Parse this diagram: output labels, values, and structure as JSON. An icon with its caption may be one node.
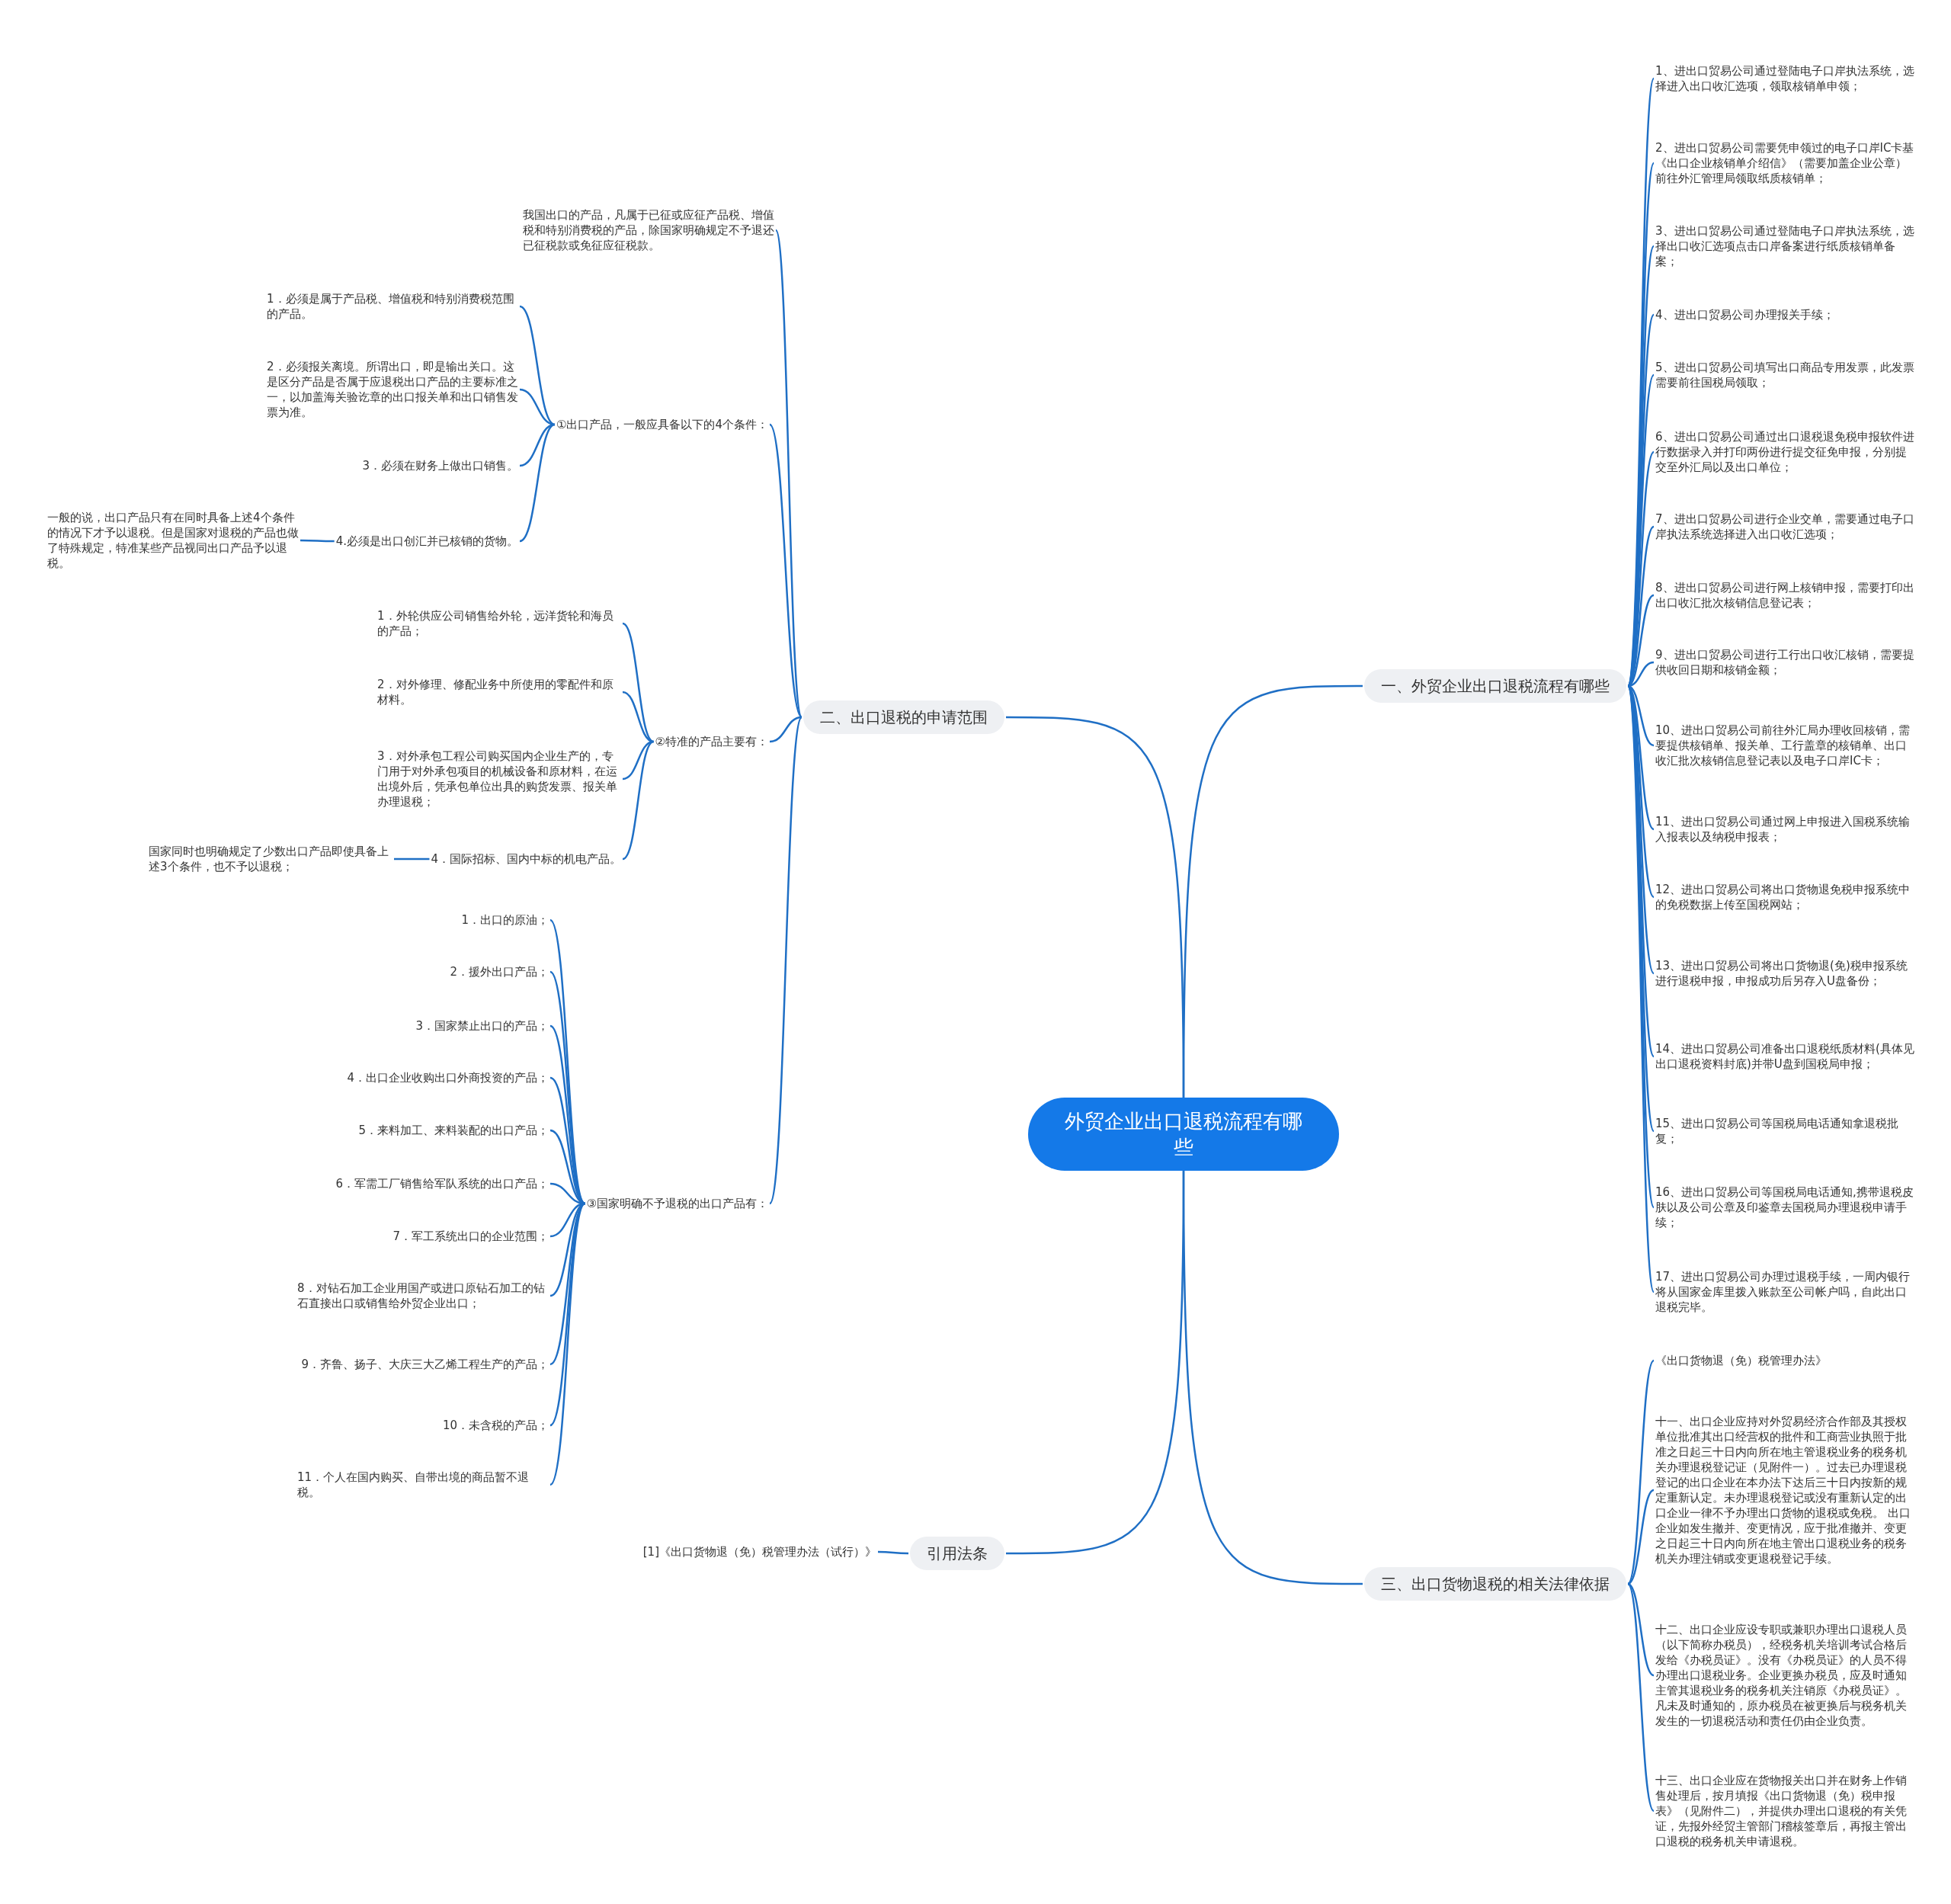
{
  "diagram": {
    "nodes": [
      {
        "text": [
          "外贸企业出口退税流程有哪些"
        ]
      },
      {
        "text": [
          "一、外贸企业出口退税流程有哪些"
        ]
      },
      {
        "text": [
          "1、进出口贸易公司通过登陆电子口岸执法系统，选择进入出口收汇选项，领取核销单申领；"
        ]
      },
      {
        "text": [
          "2、进出口贸易公司需要凭申领过的电子口岸IC卡基《出口企业核销单介绍信》（需要加盖企业公章）前往外汇管理局领取纸质核销单；"
        ]
      },
      {
        "text": [
          "3、进出口贸易公司通过登陆电子口岸执法系统，选择出口收汇选项点击口岸备案进行纸质核销单备案；"
        ]
      },
      {
        "text": [
          "4、进出口贸易公司办理报关手续；"
        ]
      },
      {
        "text": [
          "5、进出口贸易公司填写出口商品专用发票，此发票需要前往国税局领取；"
        ]
      },
      {
        "text": [
          "6、进出口贸易公司通过出口退税退免税申报软件进行数据录入并打印两份进行提交征免申报，分别提交至外汇局以及出口单位；"
        ]
      },
      {
        "text": [
          "7、进出口贸易公司进行企业交单，需要通过电子口岸执法系统选择进入出口收汇选项；"
        ]
      },
      {
        "text": [
          "8、进出口贸易公司进行网上核销申报，需要打印出出口收汇批次核销信息登记表；"
        ]
      },
      {
        "text": [
          "9、进出口贸易公司进行工行出口收汇核销，需要提供收回日期和核销金额；"
        ]
      },
      {
        "text": [
          "10、进出口贸易公司前往外汇局办理收回核销，需要提供核销单、报关单、工行盖章的核销单、出口收汇批次核销信息登记表以及电子口岸IC卡；"
        ]
      },
      {
        "text": [
          "11、进出口贸易公司通过网上申报进入国税系统输入报表以及纳税申报表；"
        ]
      },
      {
        "text": [
          "12、进出口贸易公司将出口货物退免税申报系统中的免税数据上传至国税网站；"
        ]
      },
      {
        "text": [
          "13、进出口贸易公司将出口货物退(免)税申报系统进行退税申报，申报成功后另存入U盘备份；"
        ]
      },
      {
        "text": [
          "14、进出口贸易公司准备出口退税纸质材料(具体见出口退税资料封底)并带U盘到国税局申报；"
        ]
      },
      {
        "text": [
          "15、进出口贸易公司等国税局电话通知拿退税批复；"
        ]
      },
      {
        "text": [
          "16、进出口贸易公司等国税局电话通知,携带退税皮肤以及公司公章及印鉴章去国税局办理退税申请手续；"
        ]
      },
      {
        "text": [
          "17、进出口贸易公司办理过退税手续，一周内银行将从国家金库里拨入账款至公司帐户吗，自此出口退税完毕。"
        ]
      },
      {
        "text": [
          "三、出口货物退税的相关法律依据"
        ]
      },
      {
        "text": [
          "《出口货物退（免）税管理办法》"
        ]
      },
      {
        "text": [
          "十一、出口企业应持对外贸易经济合作部及其授权单位批准其出口经营权的批件和工商营业执照于批准之日起三十日内向所在地主管退税业务的税务机关办理退税登记证（见附件一）。过去已办理退税登记的出口企业在本办法下达后三十日内按新的规定重新认定。未办理退税登记或没有重新认定的出口企业一律不予办理出口货物的退税或免税。 出口企业如发生撤并、变更情况，应于批准撤并、变更之日起三十日内向所在地主管出口退税业务的税务机关办理注销或变更退税登记手续。"
        ]
      },
      {
        "text": [
          "十二、出口企业应设专职或兼职办理出口退税人员（以下简称办税员），经税务机关培训考试合格后发给《办税员证》。没有《办税员证》的人员不得办理出口退税业务。企业更换办税员，应及时通知主管其退税业务的税务机关注销原《办税员证》。凡未及时通知的，原办税员在被更换后与税务机关发生的一切退税活动和责任仍由企业负责。"
        ]
      },
      {
        "text": [
          "十三、出口企业应在货物报关出口并在财务上作销售处理后，按月填报《出口货物退（免）税申报表》（见附件二），并提供办理出口退税的有关凭证，先报外经贸主管部门稽核签章后，再报主管出口退税的税务机关申请退税。"
        ]
      },
      {
        "text": [
          "引用法条"
        ]
      },
      {
        "text": [
          "[1]《出口货物退（免）税管理办法（试行）》"
        ]
      },
      {
        "text": [
          "二、出口退税的申请范围"
        ]
      },
      {
        "text": [
          "我国出口的产品，凡属于已征或应征产品税、增值税和特别消费税的产品，除国家明确规定不予退还已征税款或免征应征税款。"
        ]
      },
      {
        "text": [
          "①出口产品，一般应具备以下的4个条件："
        ]
      },
      {
        "text": [
          "1．必须是属于产品税、增值税和特别消费税范围的产品。"
        ]
      },
      {
        "text": [
          "2．必须报关离境。所谓出口，即是输出关口。这是区分产品是否属于应退税出口产品的主要标准之一，以加盖海关验讫章的出口报关单和出口销售发票为准。"
        ]
      },
      {
        "text": [
          "3．必须在财务上做出口销售。"
        ]
      },
      {
        "text": [
          "4.必须是出口创汇并已核销的货物。"
        ]
      },
      {
        "text": [
          "一般的说，出口产品只有在同时具备上述4个条件的情况下才予以退税。但是国家对退税的产品也做了特殊规定，特准某些产品视同出口产品予以退税。"
        ]
      },
      {
        "text": [
          "②特准的产品主要有："
        ]
      },
      {
        "text": [
          "1．外轮供应公司销售给外轮，远洋货轮和海员的产品；"
        ]
      },
      {
        "text": [
          "2．对外修理、修配业务中所使用的零配件和原材料。"
        ]
      },
      {
        "text": [
          "3．对外承包工程公司购买国内企业生产的，专门用于对外承包项目的机械设备和原材料，在运出境外后，凭承包单位出具的购货发票、报关单办理退税；"
        ]
      },
      {
        "text": [
          "4．国际招标、国内中标的机电产品。"
        ]
      },
      {
        "text": [
          "国家同时也明确规定了少数出口产品即使具备上述3个条件，也不予以退税；"
        ]
      },
      {
        "text": [
          "③国家明确不予退税的出口产品有："
        ]
      },
      {
        "text": [
          "1．出口的原油；"
        ]
      },
      {
        "text": [
          "2．援外出口产品；"
        ]
      },
      {
        "text": [
          "3．国家禁止出口的产品；"
        ]
      },
      {
        "text": [
          "4．出口企业收购出口外商投资的产品；"
        ]
      },
      {
        "text": [
          "5．来料加工、来料装配的出口产品；"
        ]
      },
      {
        "text": [
          "6．军需工厂销售给军队系统的出口产品；"
        ]
      },
      {
        "text": [
          "7．军工系统出口的企业范围；"
        ]
      },
      {
        "text": [
          "8．对钻石加工企业用国产或进口原钻石加工的钻石直接出口或销售给外贸企业出口；"
        ]
      },
      {
        "text": [
          "9．齐鲁、扬子、大庆三大乙烯工程生产的产品；"
        ]
      },
      {
        "text": [
          "10．未含税的产品；"
        ]
      },
      {
        "text": [
          "11．个人在国内购买、自带出境的商品暂不退税。"
        ]
      }
    ],
    "edges": [
      {
        "from": 0,
        "to": 1,
        "arrow": "none"
      },
      {
        "from": 1,
        "to": 2,
        "arrow": "none"
      },
      {
        "from": 1,
        "to": 3,
        "arrow": "none"
      },
      {
        "from": 1,
        "to": 4,
        "arrow": "none"
      },
      {
        "from": 1,
        "to": 5,
        "arrow": "none"
      },
      {
        "from": 1,
        "to": 6,
        "arrow": "none"
      },
      {
        "from": 1,
        "to": 7,
        "arrow": "none"
      },
      {
        "from": 1,
        "to": 8,
        "arrow": "none"
      },
      {
        "from": 1,
        "to": 9,
        "arrow": "none"
      },
      {
        "from": 1,
        "to": 10,
        "arrow": "none"
      },
      {
        "from": 1,
        "to": 11,
        "arrow": "none"
      },
      {
        "from": 1,
        "to": 12,
        "arrow": "none"
      },
      {
        "from": 1,
        "to": 13,
        "arrow": "none"
      },
      {
        "from": 1,
        "to": 14,
        "arrow": "none"
      },
      {
        "from": 1,
        "to": 15,
        "arrow": "none"
      },
      {
        "from": 1,
        "to": 16,
        "arrow": "none"
      },
      {
        "from": 1,
        "to": 17,
        "arrow": "none"
      },
      {
        "from": 1,
        "to": 18,
        "arrow": "none"
      },
      {
        "from": 0,
        "to": 19,
        "arrow": "none"
      },
      {
        "from": 19,
        "to": 20,
        "arrow": "none"
      },
      {
        "from": 19,
        "to": 21,
        "arrow": "none"
      },
      {
        "from": 19,
        "to": 22,
        "arrow": "none"
      },
      {
        "from": 19,
        "to": 23,
        "arrow": "none"
      },
      {
        "from": 0,
        "to": 24,
        "arrow": "none"
      },
      {
        "from": 24,
        "to": 25,
        "arrow": "none"
      },
      {
        "from": 0,
        "to": 26,
        "arrow": "none"
      },
      {
        "from": 26,
        "to": 27,
        "arrow": "none"
      },
      {
        "from": 26,
        "to": 28,
        "arrow": "none"
      },
      {
        "from": 28,
        "to": 29,
        "arrow": "none"
      },
      {
        "from": 28,
        "to": 30,
        "arrow": "none"
      },
      {
        "from": 28,
        "to": 31,
        "arrow": "none"
      },
      {
        "from": 28,
        "to": 32,
        "arrow": "none"
      },
      {
        "from": 32,
        "to": 33,
        "arrow": "none"
      },
      {
        "from": 26,
        "to": 34,
        "arrow": "none"
      },
      {
        "from": 34,
        "to": 35,
        "arrow": "none"
      },
      {
        "from": 34,
        "to": 36,
        "arrow": "none"
      },
      {
        "from": 34,
        "to": 37,
        "arrow": "none"
      },
      {
        "from": 34,
        "to": 38,
        "arrow": "none"
      },
      {
        "from": 38,
        "to": 39,
        "arrow": "none"
      },
      {
        "from": 26,
        "to": 40,
        "arrow": "none"
      },
      {
        "from": 40,
        "to": 41,
        "arrow": "none"
      },
      {
        "from": 40,
        "to": 42,
        "arrow": "none"
      },
      {
        "from": 40,
        "to": 43,
        "arrow": "none"
      },
      {
        "from": 40,
        "to": 44,
        "arrow": "none"
      },
      {
        "from": 40,
        "to": 45,
        "arrow": "none"
      },
      {
        "from": 40,
        "to": 46,
        "arrow": "none"
      },
      {
        "from": 40,
        "to": 47,
        "arrow": "none"
      },
      {
        "from": 40,
        "to": 48,
        "arrow": "none"
      },
      {
        "from": 40,
        "to": 49,
        "arrow": "none"
      },
      {
        "from": 40,
        "to": 50,
        "arrow": "none"
      },
      {
        "from": 40,
        "to": 51,
        "arrow": "none"
      }
    ]
  }
}
